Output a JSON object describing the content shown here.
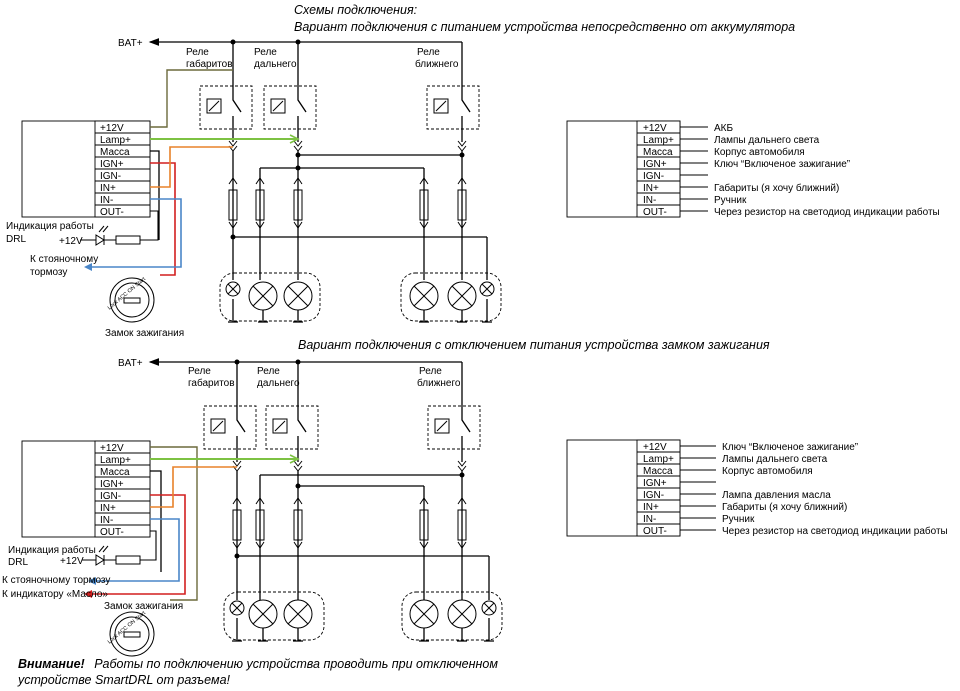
{
  "top": {
    "title1": "Схемы подключения:",
    "title2": "Вариант подключения с питанием устройства непосредственно от аккумулятора",
    "bat": "BAT+",
    "relays": [
      {
        "l1": "Реле",
        "l2": "габаритов"
      },
      {
        "l1": "Реле",
        "l2": "дальнего"
      },
      {
        "l1": "Реле",
        "l2": "ближнего"
      }
    ],
    "pins": [
      "+12V",
      "Lamp+",
      "Масса",
      "IGN+",
      "IGN-",
      "IN+",
      "IN-",
      "OUT-"
    ],
    "indication": {
      "l1": "Индикация работы",
      "l2": "DRL",
      "v": "+12V"
    },
    "parking": {
      "l1": "К стояночному",
      "l2": "тормозу"
    },
    "ignition_label": "Замок зажигания",
    "lock_text": "Lock ACC ON Start",
    "legend": [
      "АКБ",
      "Лампы дальнего света",
      "Корпус автомобиля",
      "Ключ “Включеное зажигание”",
      "",
      "Габариты (я хочу ближний)",
      "Ручник",
      "Через резистор на светодиод индикации работы"
    ]
  },
  "bottom": {
    "title": "Вариант подключения с отключением питания устройства замком зажигания",
    "bat": "BAT+",
    "relays": [
      {
        "l1": "Реле",
        "l2": "габаритов"
      },
      {
        "l1": "Реле",
        "l2": "дальнего"
      },
      {
        "l1": "Реле",
        "l2": "ближнего"
      }
    ],
    "pins": [
      "+12V",
      "Lamp+",
      "Масса",
      "IGN+",
      "IGN-",
      "IN+",
      "IN-",
      "OUT-"
    ],
    "indication": {
      "l1": "Индикация работы",
      "l2": "DRL",
      "v": "+12V"
    },
    "parking": "К стояночному тормозу",
    "oil": "К индикатору «Масло»",
    "ignition_label": "Замок зажигания",
    "lock_text": "Lock ACC ON Start",
    "legend": [
      "Ключ “Включеное зажигание”",
      "Лампы дальнего света",
      "Корпус автомобиля",
      "",
      "Лампа давления масла",
      "Габариты (я хочу ближний)",
      "Ручник",
      "Через резистор на светодиод индикации работы"
    ]
  },
  "warning": {
    "bold": "Внимание!",
    "line1": "Работы по подключению устройства проводить при отключенном",
    "line2": "устройстве SmartDRL от разъема!"
  },
  "colors": {
    "green": "#7dc243",
    "red": "#d21f1f",
    "orange": "#e8822a",
    "blue": "#4a86c8",
    "olive": "#6b6a3c"
  }
}
